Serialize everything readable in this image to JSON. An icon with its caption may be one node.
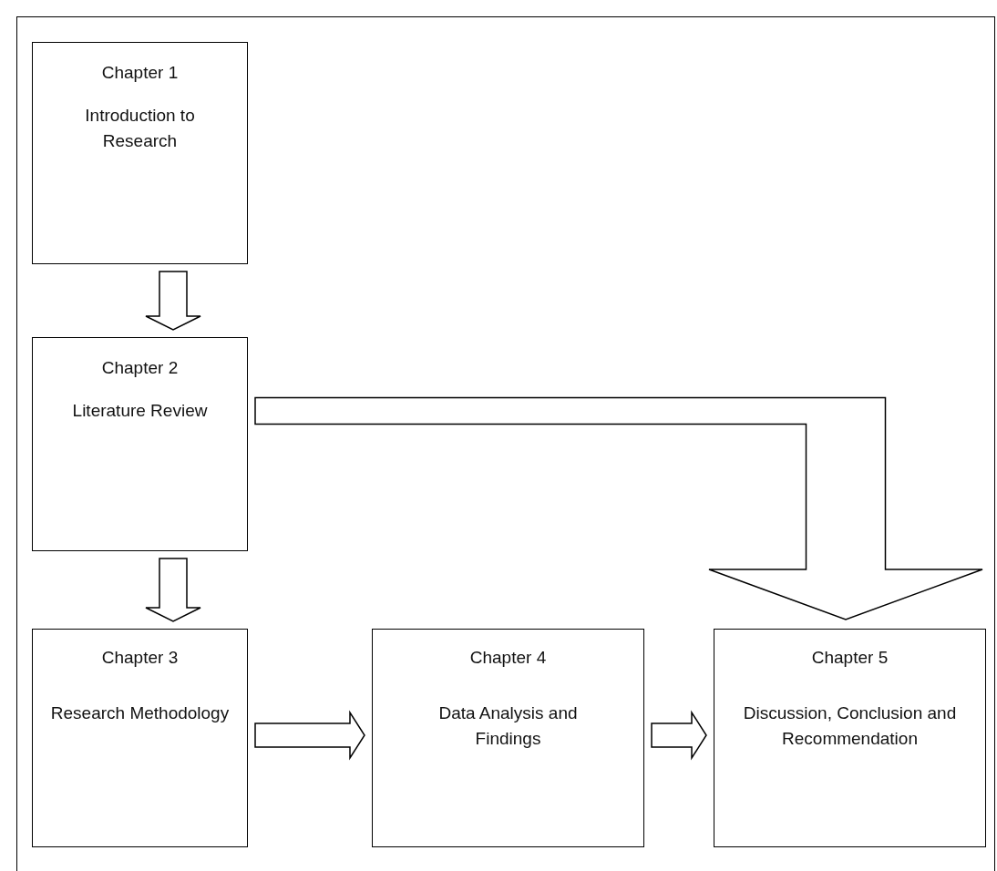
{
  "diagram": {
    "nodes": [
      {
        "text": [
          "Chapter 1",
          "Introduction to Research"
        ]
      },
      {
        "text": [
          "Chapter 2",
          "Literature Review"
        ]
      },
      {
        "text": [
          "Chapter 3",
          "Research Methodology"
        ]
      },
      {
        "text": [
          "Chapter 4",
          "Data Analysis and Findings"
        ]
      },
      {
        "text": [
          "Chapter 5",
          "Discussion, Conclusion and Recommendation"
        ]
      }
    ],
    "edges": [
      {
        "from": 0,
        "to": 1,
        "arrow": "to"
      },
      {
        "from": 1,
        "to": 2,
        "arrow": "to"
      },
      {
        "from": 2,
        "to": 3,
        "arrow": "to"
      },
      {
        "from": 3,
        "to": 4,
        "arrow": "to"
      },
      {
        "from": 1,
        "to": 4,
        "arrow": "to"
      }
    ]
  }
}
